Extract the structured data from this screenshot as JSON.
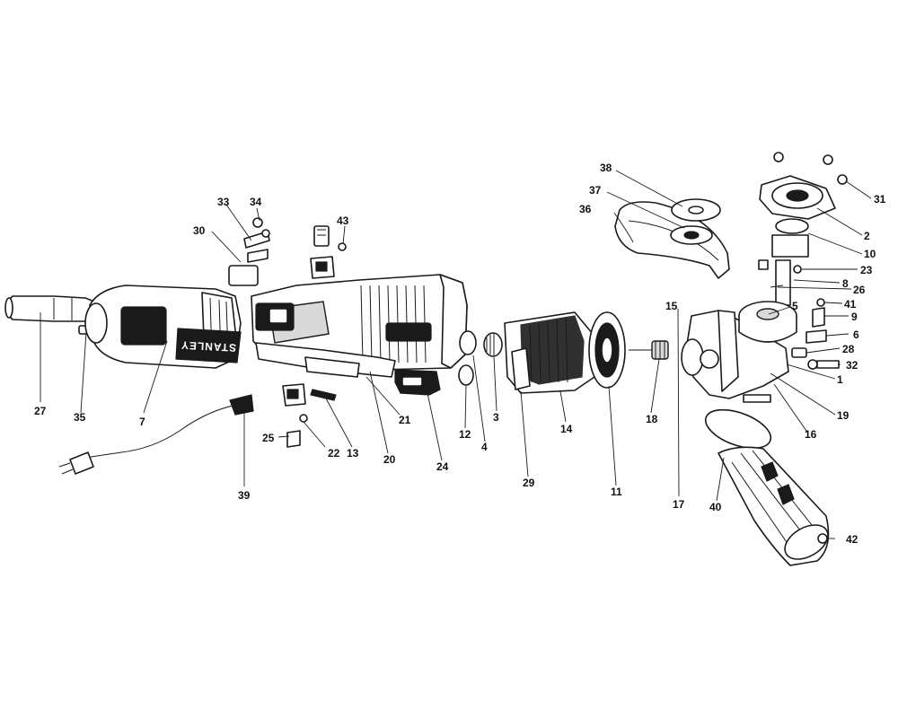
{
  "brand_text": "STANLEY",
  "callouts": [
    {
      "id": "27",
      "text": "27"
    },
    {
      "id": "35",
      "text": "35"
    },
    {
      "id": "7",
      "text": "7"
    },
    {
      "id": "30",
      "text": "30"
    },
    {
      "id": "33",
      "text": "33"
    },
    {
      "id": "34",
      "text": "34"
    },
    {
      "id": "43",
      "text": "43"
    },
    {
      "id": "39",
      "text": "39"
    },
    {
      "id": "25",
      "text": "25"
    },
    {
      "id": "22",
      "text": "22"
    },
    {
      "id": "13",
      "text": "13"
    },
    {
      "id": "20",
      "text": "20"
    },
    {
      "id": "21",
      "text": "21"
    },
    {
      "id": "24",
      "text": "24"
    },
    {
      "id": "12",
      "text": "12"
    },
    {
      "id": "4",
      "text": "4"
    },
    {
      "id": "3",
      "text": "3"
    },
    {
      "id": "14",
      "text": "14"
    },
    {
      "id": "29",
      "text": "29"
    },
    {
      "id": "11",
      "text": "11"
    },
    {
      "id": "18",
      "text": "18"
    },
    {
      "id": "17",
      "text": "17"
    },
    {
      "id": "15",
      "text": "15"
    },
    {
      "id": "36",
      "text": "36"
    },
    {
      "id": "37",
      "text": "37"
    },
    {
      "id": "38",
      "text": "38"
    },
    {
      "id": "31",
      "text": "31"
    },
    {
      "id": "2",
      "text": "2"
    },
    {
      "id": "10",
      "text": "10"
    },
    {
      "id": "23",
      "text": "23"
    },
    {
      "id": "8",
      "text": "8"
    },
    {
      "id": "26",
      "text": "26"
    },
    {
      "id": "5",
      "text": "5"
    },
    {
      "id": "41",
      "text": "41"
    },
    {
      "id": "9",
      "text": "9"
    },
    {
      "id": "6",
      "text": "6"
    },
    {
      "id": "28",
      "text": "28"
    },
    {
      "id": "32",
      "text": "32"
    },
    {
      "id": "1",
      "text": "1"
    },
    {
      "id": "19",
      "text": "19"
    },
    {
      "id": "16",
      "text": "16"
    },
    {
      "id": "40",
      "text": "40"
    },
    {
      "id": "42",
      "text": "42"
    }
  ]
}
